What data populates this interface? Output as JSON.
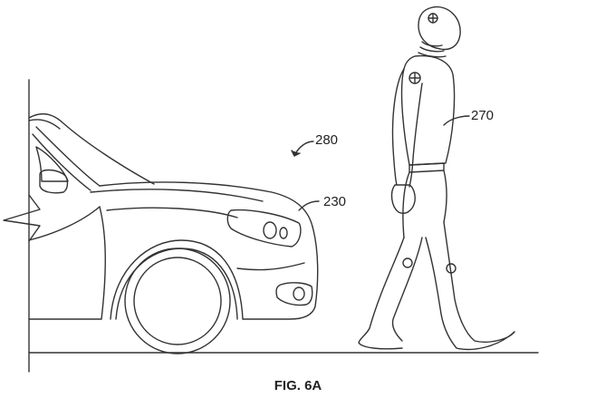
{
  "figure": {
    "caption": "FIG. 6A",
    "labels": {
      "scene": "280",
      "pedestrian": "270",
      "vehicle": "230"
    }
  }
}
